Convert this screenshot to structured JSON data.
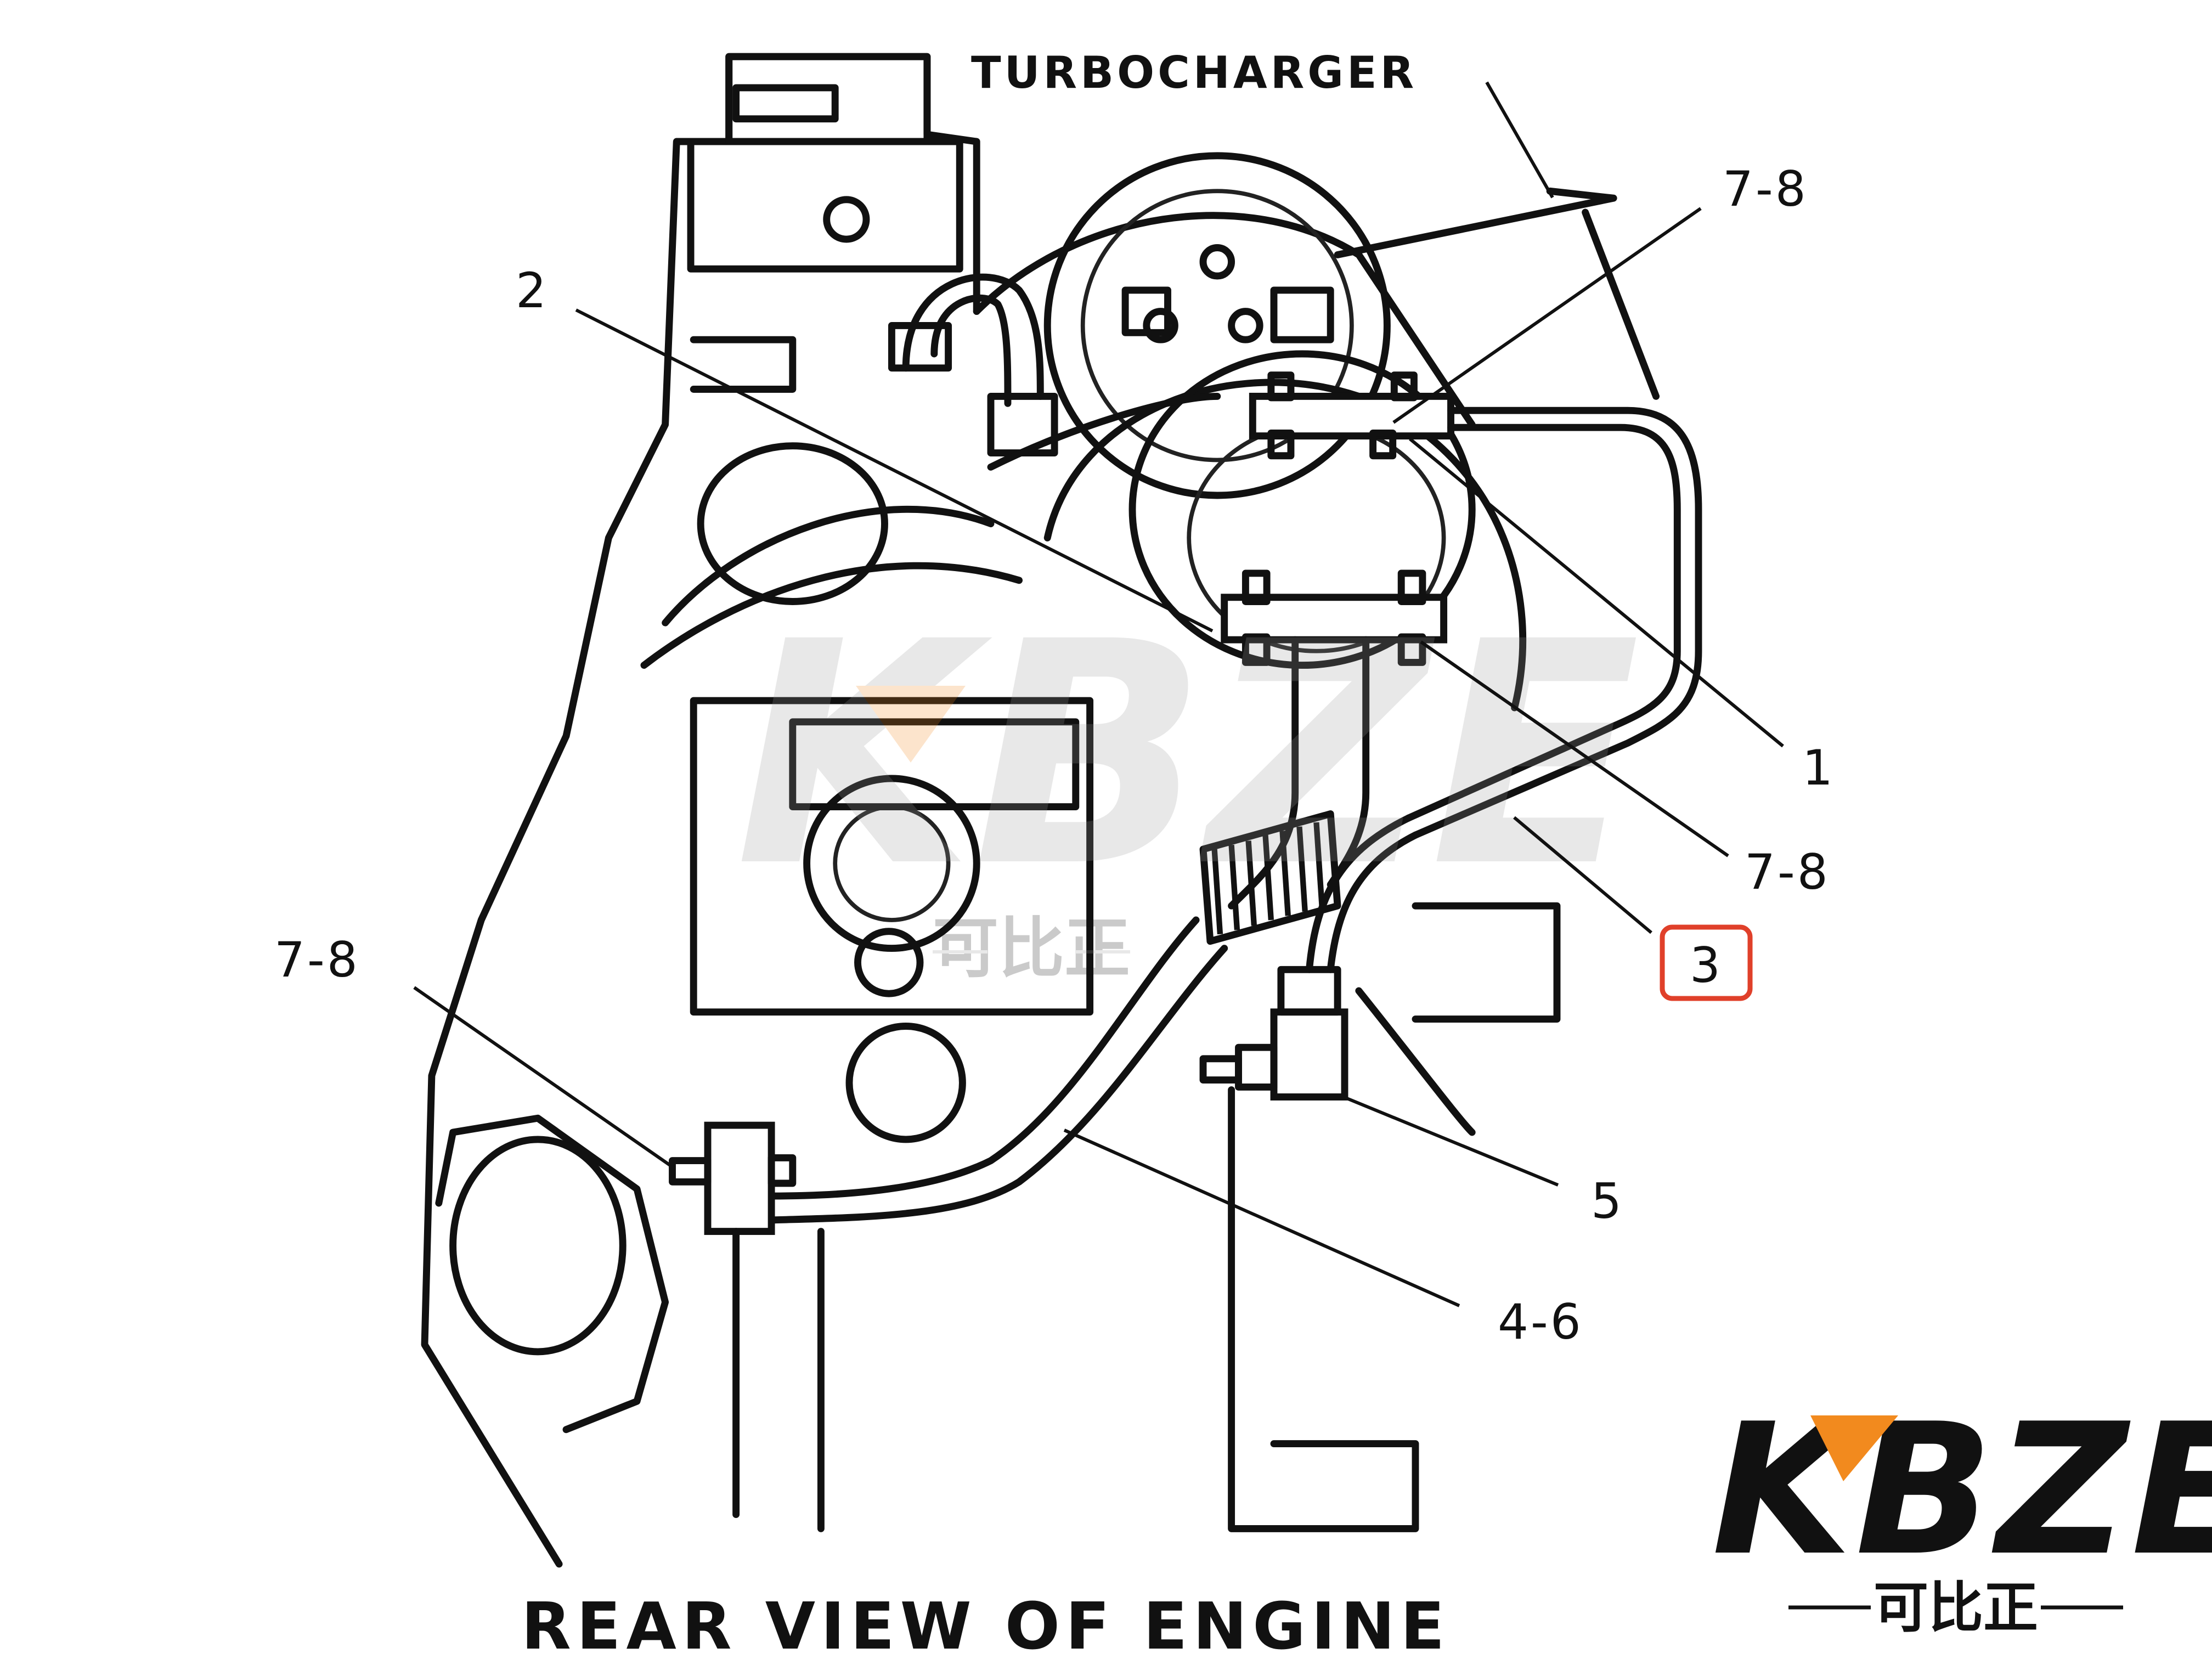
{
  "diagram": {
    "top_label": "TURBOCHARGER",
    "bottom_title": "REAR VIEW OF ENGINE",
    "callouts": [
      {
        "id": "c1",
        "text": "1"
      },
      {
        "id": "c2",
        "text": "2"
      },
      {
        "id": "c3",
        "text": "3",
        "highlighted": true
      },
      {
        "id": "c5",
        "text": "5"
      },
      {
        "id": "c46",
        "text": "4-6"
      },
      {
        "id": "c78a",
        "text": "7-8"
      },
      {
        "id": "c78b",
        "text": "7-8"
      },
      {
        "id": "c78c",
        "text": "7-8"
      }
    ],
    "highlight_color": "#e0402a"
  },
  "watermark": {
    "text": "KBZE",
    "subtext": "可比正",
    "accent_color": "#f28a1e"
  },
  "logo": {
    "text": "KBZE",
    "subtext": "可比正",
    "accent_color": "#f28a1e"
  }
}
